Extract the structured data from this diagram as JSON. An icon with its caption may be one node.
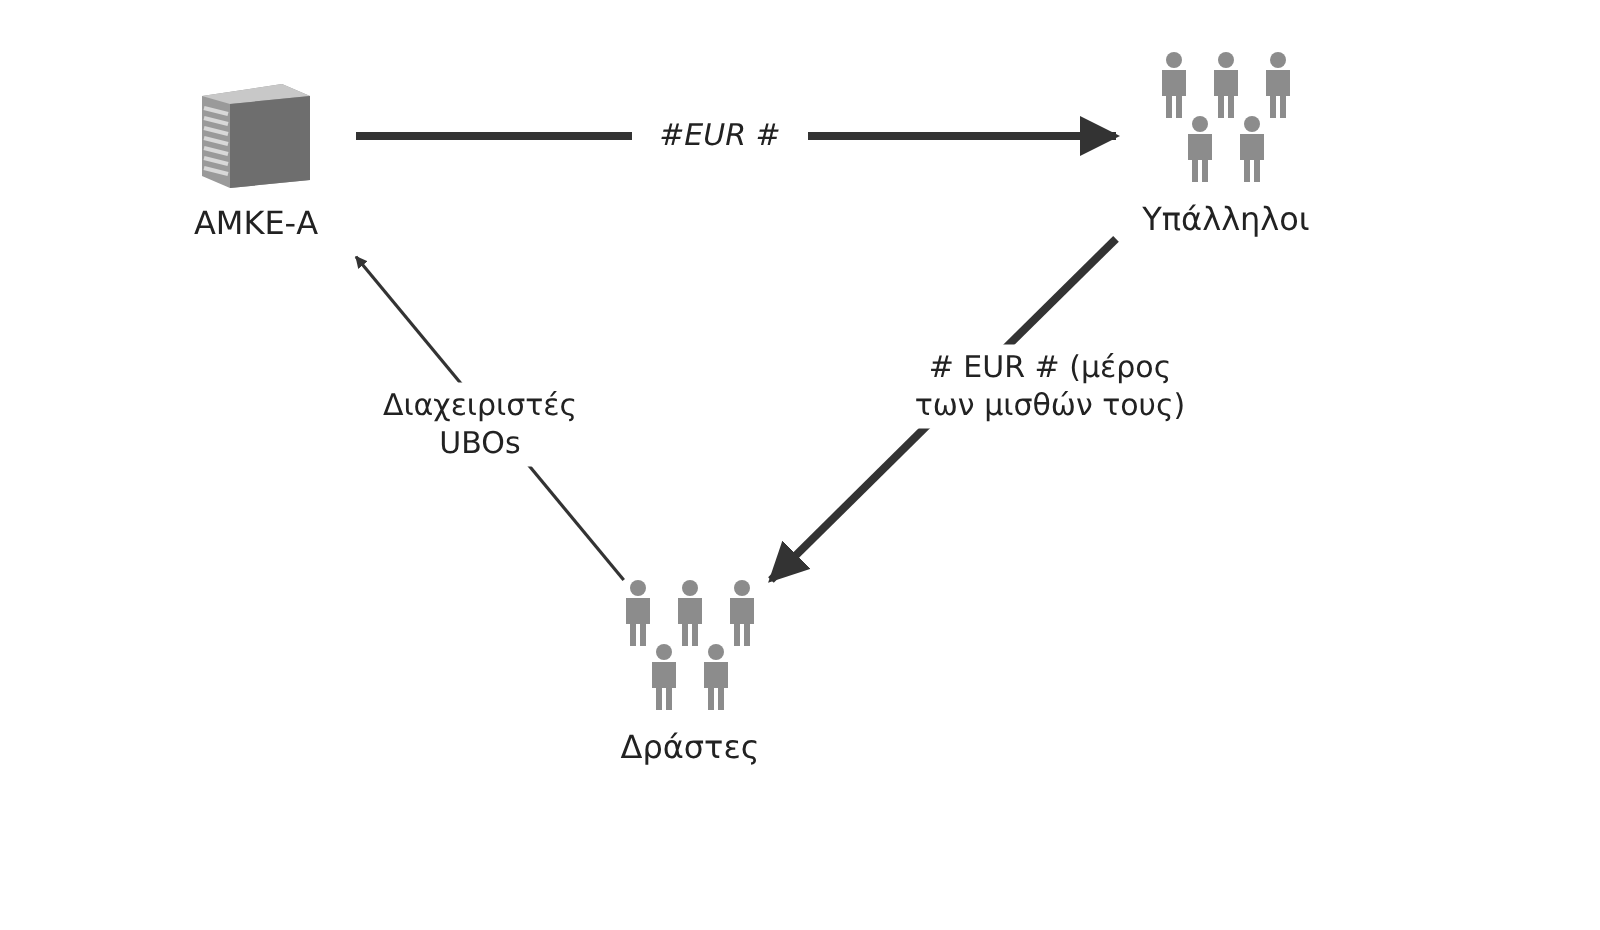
{
  "diagram": {
    "nodes": [
      {
        "text": [
          "ΑΜΚΕ-Α"
        ]
      },
      {
        "text": [
          "Υπάλληλοι"
        ]
      },
      {
        "text": [
          "Δράστες"
        ]
      }
    ],
    "edges": [
      {
        "from": 0,
        "to": 1,
        "arrow": "to",
        "label": "#EUR #"
      },
      {
        "from": 1,
        "to": 2,
        "arrow": "to",
        "label": "# EUR # (μέρος των μισθών τους)"
      },
      {
        "from": 2,
        "to": 0,
        "arrow": "to",
        "label": "Διαχειριστές UBOs"
      }
    ]
  }
}
